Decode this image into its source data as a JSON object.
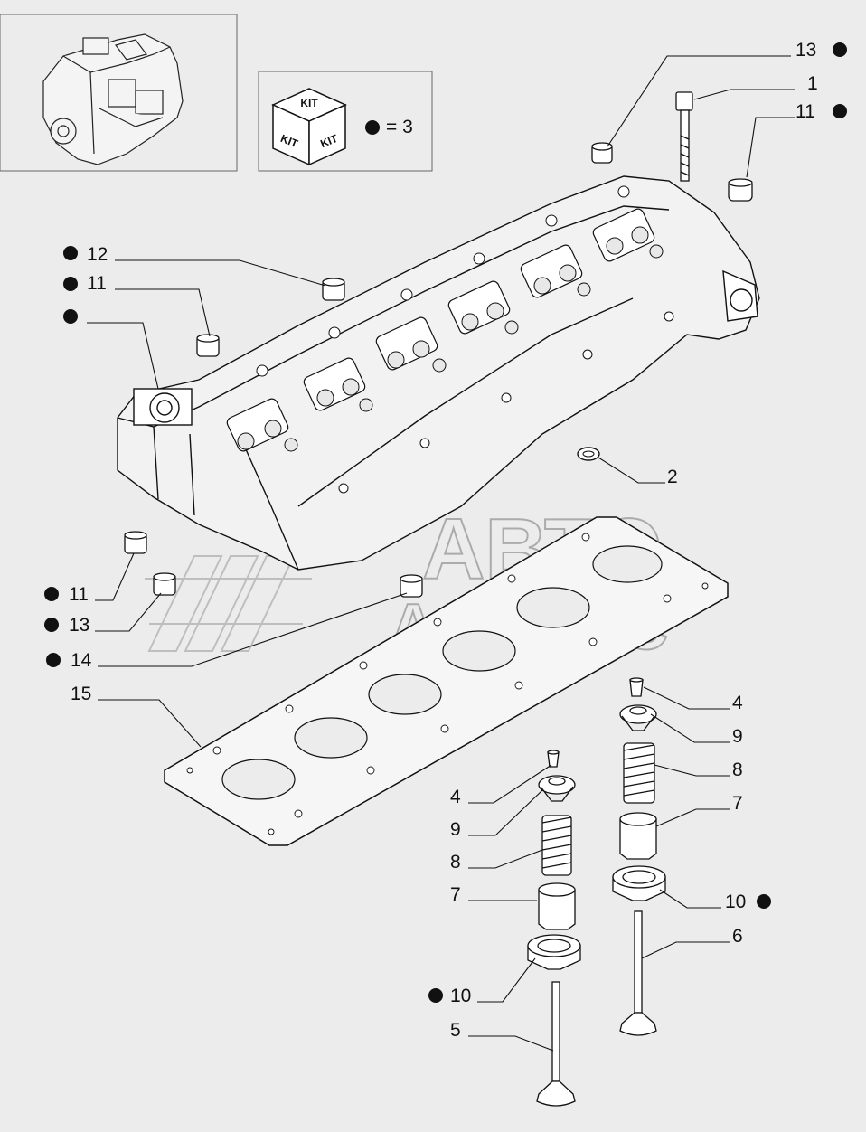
{
  "kit_box": {
    "top_label": "KIT",
    "left_label": "KIT",
    "right_label": "KIT",
    "legend_text": "= 3"
  },
  "watermark": {
    "line1": "АВТО",
    "line2": "АЛЬЯНС"
  },
  "callouts": [
    {
      "id": "c13-top",
      "label": "13",
      "marked": true
    },
    {
      "id": "c1",
      "label": "1",
      "marked": false
    },
    {
      "id": "c11-top",
      "label": "11",
      "marked": true
    },
    {
      "id": "c12",
      "label": "12",
      "marked": true
    },
    {
      "id": "c11-mid",
      "label": "11",
      "marked": true
    },
    {
      "id": "c-blank",
      "label": "",
      "marked": true
    },
    {
      "id": "c2",
      "label": "2",
      "marked": false
    },
    {
      "id": "c11-low",
      "label": "11",
      "marked": true
    },
    {
      "id": "c13-low",
      "label": "13",
      "marked": true
    },
    {
      "id": "c14",
      "label": "14",
      "marked": true
    },
    {
      "id": "c15",
      "label": "15",
      "marked": false
    },
    {
      "id": "c4-r",
      "label": "4",
      "marked": false
    },
    {
      "id": "c9-r",
      "label": "9",
      "marked": false
    },
    {
      "id": "c8-r",
      "label": "8",
      "marked": false
    },
    {
      "id": "c7-r",
      "label": "7",
      "marked": false
    },
    {
      "id": "c10-r",
      "label": "10",
      "marked": true
    },
    {
      "id": "c6",
      "label": "6",
      "marked": false
    },
    {
      "id": "c4-l",
      "label": "4",
      "marked": false
    },
    {
      "id": "c9-l",
      "label": "9",
      "marked": false
    },
    {
      "id": "c8-l",
      "label": "8",
      "marked": false
    },
    {
      "id": "c7-l",
      "label": "7",
      "marked": false
    },
    {
      "id": "c10-l",
      "label": "10",
      "marked": true
    },
    {
      "id": "c5",
      "label": "5",
      "marked": false
    }
  ]
}
